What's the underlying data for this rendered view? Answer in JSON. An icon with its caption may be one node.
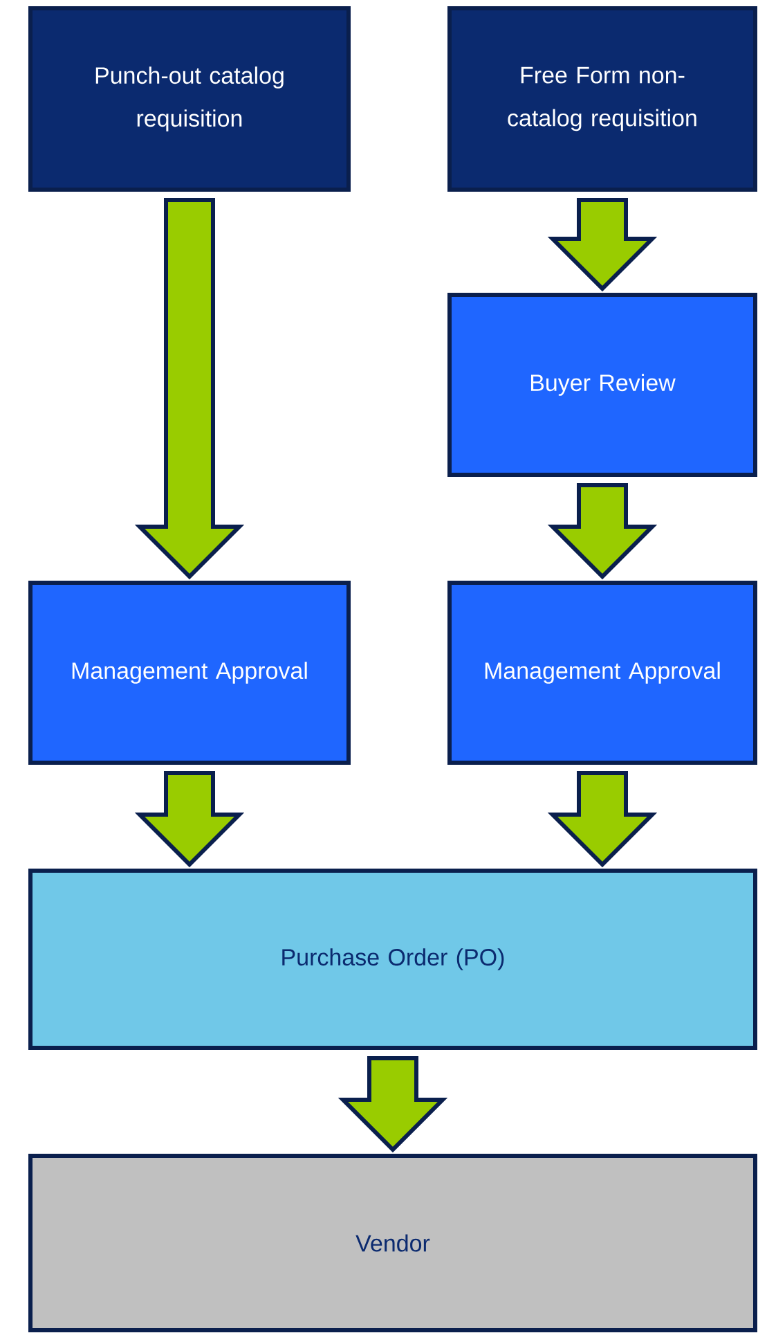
{
  "diagram": {
    "nodes": [
      {
        "text": [
          "Punch-out catalog requisition"
        ]
      },
      {
        "text": [
          "Free Form non-catalog requisition"
        ]
      },
      {
        "text": [
          "Buyer Review"
        ]
      },
      {
        "text": [
          "Management Approval"
        ]
      },
      {
        "text": [
          "Management Approval"
        ]
      },
      {
        "text": [
          "Purchase Order (PO)"
        ]
      },
      {
        "text": [
          "Vendor"
        ]
      }
    ],
    "edges": [
      {
        "from": 0,
        "to": 3,
        "arrow": "to"
      },
      {
        "from": 1,
        "to": 2,
        "arrow": "to"
      },
      {
        "from": 2,
        "to": 4,
        "arrow": "to"
      },
      {
        "from": 3,
        "to": 5,
        "arrow": "to"
      },
      {
        "from": 4,
        "to": 5,
        "arrow": "to"
      },
      {
        "from": 5,
        "to": 6,
        "arrow": "to"
      }
    ]
  }
}
